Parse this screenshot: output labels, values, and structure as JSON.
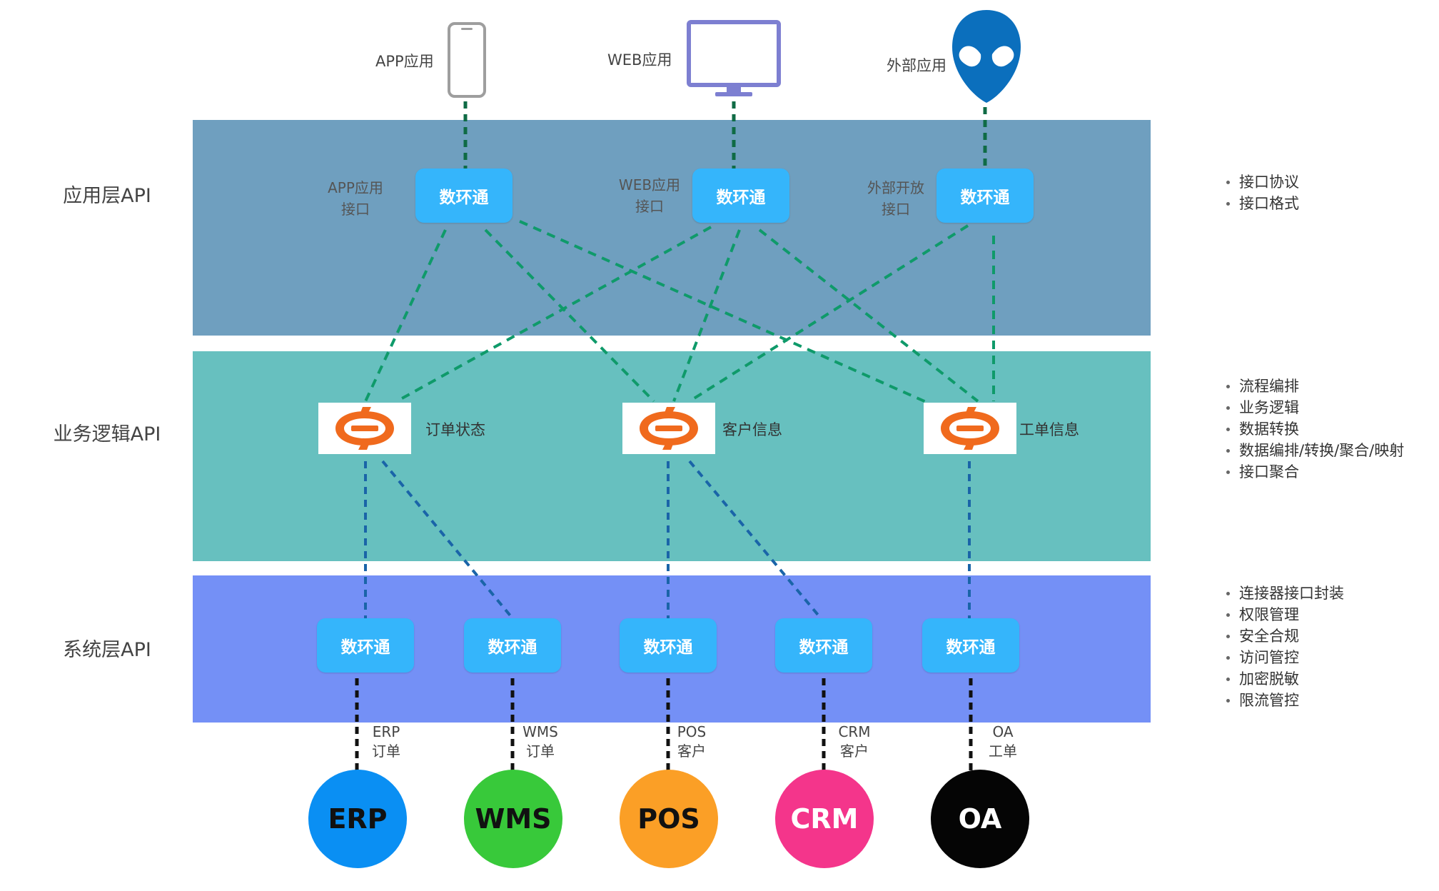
{
  "colors": {
    "app_layer": "#6f9fbf",
    "biz_layer": "#67c0bf",
    "sys_layer": "#7490f6",
    "node": "#35b5fb",
    "green_line": "#0f8a5f",
    "blue_line": "#1a64a8",
    "black_line": "#111111"
  },
  "layers": {
    "app": "应用层API",
    "biz": "业务逻辑API",
    "sys": "系统层API"
  },
  "clients": {
    "app": "APP应用",
    "web": "WEB应用",
    "ext": "外部应用"
  },
  "app_nodes": [
    {
      "label": "数环通",
      "caption": "APP应用\n接口"
    },
    {
      "label": "数环通",
      "caption": "WEB应用\n接口"
    },
    {
      "label": "数环通",
      "caption": "外部开放\n接口"
    }
  ],
  "biz_nodes": [
    {
      "label": "订单状态",
      "logo": "connector-logo-icon"
    },
    {
      "label": "客户信息",
      "logo": "connector-logo-icon"
    },
    {
      "label": "工单信息",
      "logo": "connector-logo-icon"
    }
  ],
  "sys_nodes": [
    {
      "label": "数环通",
      "caption": "ERP\n订单"
    },
    {
      "label": "数环通",
      "caption": "WMS\n订单"
    },
    {
      "label": "数环通",
      "caption": "POS\n客户"
    },
    {
      "label": "数环通",
      "caption": "CRM\n客户"
    },
    {
      "label": "数环通",
      "caption": "OA\n工单"
    }
  ],
  "systems": [
    {
      "label": "ERP",
      "color": "#0a8ff3",
      "text_color": "#111111"
    },
    {
      "label": "WMS",
      "color": "#38c93a",
      "text_color": "#111111"
    },
    {
      "label": "POS",
      "color": "#fb9f26",
      "text_color": "#111111"
    },
    {
      "label": "CRM",
      "color": "#f4358b",
      "text_color": "#ffffff"
    },
    {
      "label": "OA",
      "color": "#050505",
      "text_color": "#ffffff"
    }
  ],
  "features": {
    "app": [
      "接口协议",
      "接口格式"
    ],
    "biz": [
      "流程编排",
      "业务逻辑",
      "数据转换",
      "数据编排/转换/聚合/映射",
      "接口聚合"
    ],
    "sys": [
      "连接器接口封装",
      "权限管理",
      "安全合规",
      "访问管控",
      "加密脱敏",
      "限流管控"
    ]
  }
}
